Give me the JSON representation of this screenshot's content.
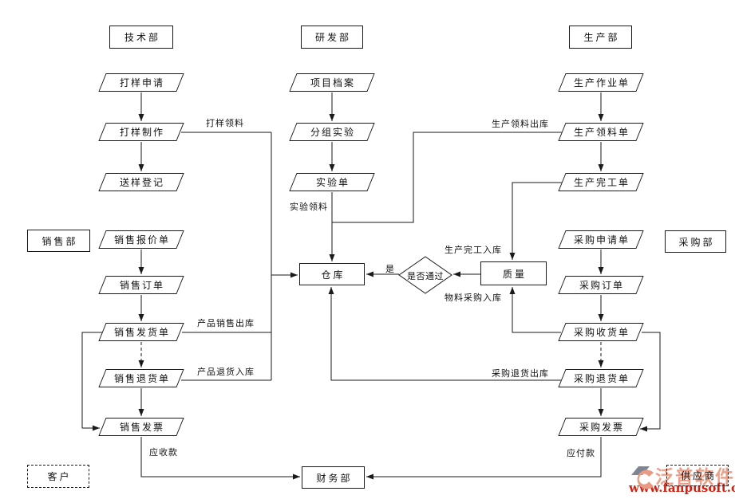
{
  "diagram": {
    "kind": "ERP business process flowchart",
    "departments": {
      "tech": "技术部",
      "rd": "研发部",
      "prod": "生产部",
      "sales": "销售部",
      "purchase": "采购部",
      "finance": "财务部"
    },
    "external": {
      "customer": "客户",
      "supplier": "供应商"
    },
    "center": {
      "warehouse": "仓库",
      "quality": "质量",
      "decision": "是否通过",
      "yes": "是"
    },
    "docs": {
      "sample_request": "打样申请",
      "sample_making": "打样制作",
      "sample_register": "送样登记",
      "project_file": "项目档案",
      "group_experiment": "分组实验",
      "experiment_order": "实验单",
      "production_job": "生产作业单",
      "production_picking": "生产领料单",
      "production_completion": "生产完工单",
      "sales_quote": "销售报价单",
      "sales_order": "销售订单",
      "sales_delivery": "销售发货单",
      "sales_return": "销售退货单",
      "sales_invoice": "销售发票",
      "purchase_request": "采购申请单",
      "purchase_order": "采购订单",
      "purchase_receipt": "采购收货单",
      "purchase_return": "采购退货单",
      "purchase_invoice": "采购发票"
    },
    "edge_labels": {
      "sample_picking": "打样领料",
      "production_picking_out": "生产领料出库",
      "experiment_picking": "实验领料",
      "production_completion_in": "生产完工入库",
      "material_purchase_in": "物料采购入库",
      "product_sales_out": "产品销售出库",
      "product_return_in": "产品退货入库",
      "purchase_return_out": "采购退货出库",
      "receivable": "应收款",
      "payable": "应付款"
    },
    "colors": {
      "line": "#1a1a1a",
      "watermark_brand": "#eba089",
      "watermark_url": "#cf2213"
    },
    "watermark": {
      "brand": "泛普软件",
      "url": "www.fanpusoft.com"
    }
  }
}
